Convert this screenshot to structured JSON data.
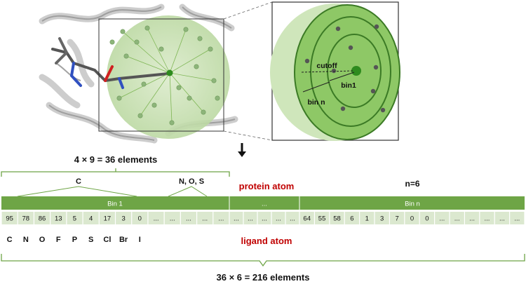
{
  "colors": {
    "bar_green": "#6ea546",
    "light_green": "#c8dcb4",
    "cell_green": "#dbe8cf",
    "protein_red": "#c00000",
    "sphere_fill": "#c9e3b3",
    "ring_dark": "#3b7a25",
    "disc_fill": "#7dbd52"
  },
  "zoom": {
    "cutoff": "cutoff",
    "bin1": "bin1",
    "binn": "bin n"
  },
  "labels": {
    "elements_top": "4 × 9 = 36 elements",
    "group_c": "C",
    "group_nos": "N, O, S",
    "protein_atom": "protein atom",
    "n_eq": "n=6",
    "ligand_atom": "ligand atom",
    "elements_total": "36 × 6 = 216 elements"
  },
  "header_bar": {
    "bin1": "Bin 1",
    "dots": "...",
    "binn": "Bin n"
  },
  "cells_left": [
    "95",
    "78",
    "86",
    "13",
    "5",
    "4",
    "17",
    "3",
    "0",
    "...",
    "...",
    "...",
    "...",
    "..."
  ],
  "cells_mid": [
    "...",
    "...",
    "...",
    "...",
    "..."
  ],
  "cells_right": [
    "64",
    "55",
    "58",
    "6",
    "1",
    "3",
    "7",
    "0",
    "0",
    "...",
    "...",
    "...",
    "...",
    "...",
    "..."
  ],
  "ligand_atoms": [
    "C",
    "N",
    "O",
    "F",
    "P",
    "S",
    "Cl",
    "Br",
    "I"
  ]
}
